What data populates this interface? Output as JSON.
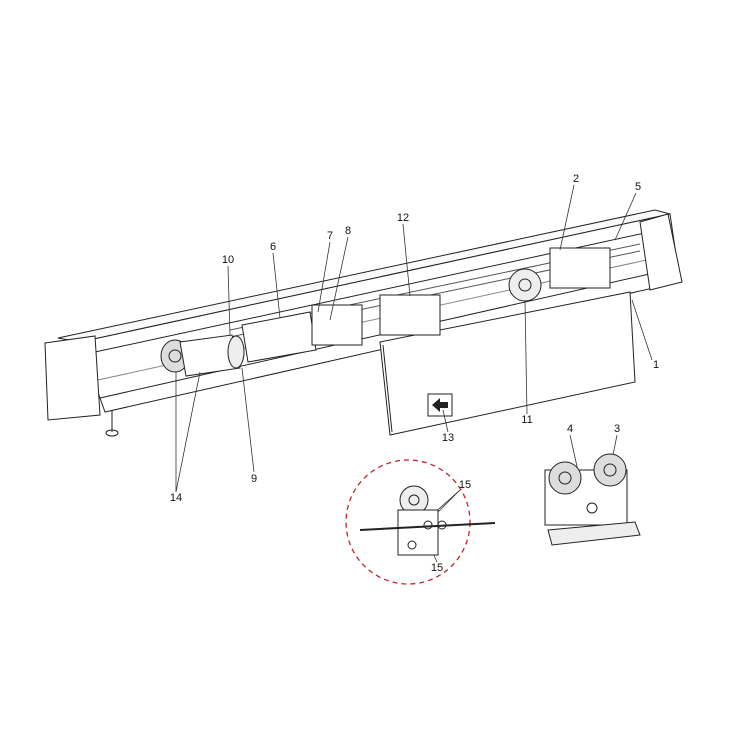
{
  "diagram": {
    "labels": [
      "1",
      "2",
      "3",
      "4",
      "5",
      "6",
      "7",
      "8",
      "9",
      "10",
      "11",
      "12",
      "13",
      "14",
      "15",
      "15"
    ],
    "detail_circle_color": "#c0262c",
    "line_color": "#222222"
  }
}
